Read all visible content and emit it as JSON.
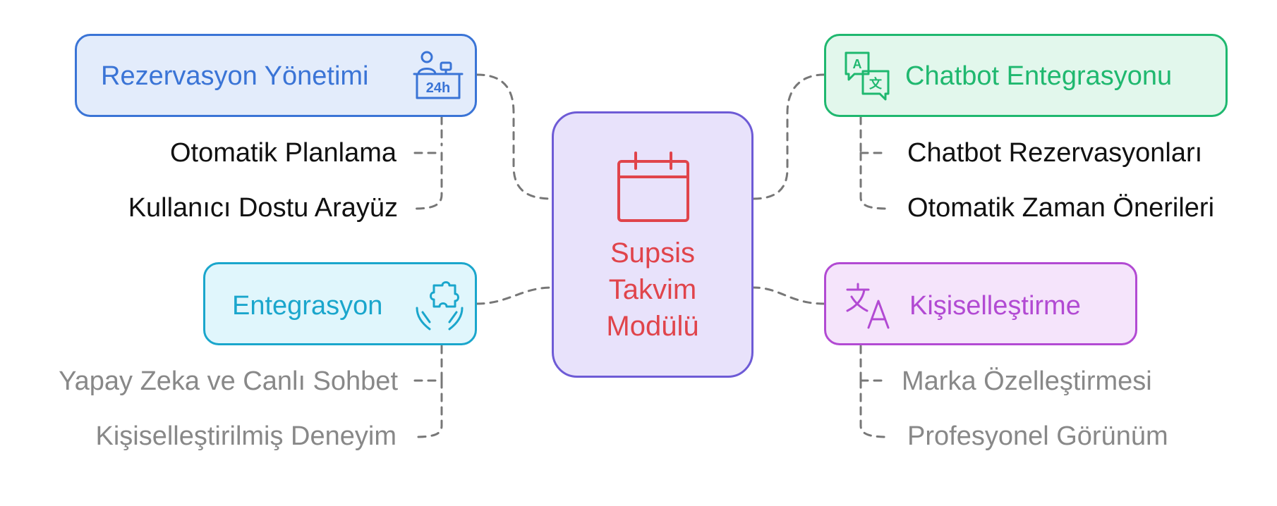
{
  "center": {
    "lines": [
      "Supsis",
      "Takvim",
      "Modülü"
    ],
    "icon": "calendar-icon"
  },
  "branches": {
    "rezervasyon": {
      "title": "Rezervasyon Yönetimi",
      "icon": "receptionist-24h-icon",
      "color": "#3a74d6",
      "items": [
        "Otomatik Planlama",
        "Kullanıcı Dostu Arayüz"
      ]
    },
    "entegrasyon": {
      "title": "Entegrasyon",
      "icon": "puzzle-hands-icon",
      "color": "#1aa6cc",
      "items": [
        "Yapay Zeka ve Canlı Sohbet",
        "Kişiselleştirilmiş Deneyim"
      ]
    },
    "chatbot": {
      "title": "Chatbot Entegrasyonu",
      "icon": "translate-chat-icon",
      "color": "#1fb86f",
      "items": [
        "Chatbot Rezervasyonları",
        "Otomatik Zaman Önerileri"
      ]
    },
    "kisisellestirme": {
      "title": "Kişiselleştirme",
      "icon": "translate-icon",
      "color": "#b24ad3",
      "items": [
        "Marka Özelleştirmesi",
        "Profesyonel Görünüm"
      ]
    }
  }
}
